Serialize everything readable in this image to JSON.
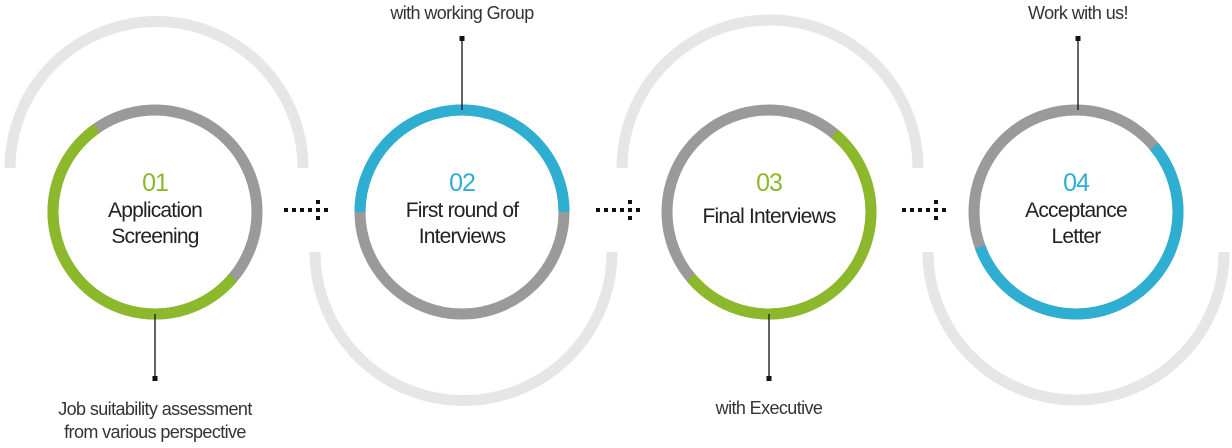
{
  "colors": {
    "green": "#8cb82b",
    "blue": "#2eaed1",
    "gray": "#9a9a9a",
    "light_gray": "#e6e6e6",
    "dark": "#111111"
  },
  "steps": [
    {
      "num": "01",
      "title": "Application\nScreening",
      "accent": "green"
    },
    {
      "num": "02",
      "title": "First round of\nInterviews",
      "accent": "blue"
    },
    {
      "num": "03",
      "title": "Final Interviews",
      "accent": "green"
    },
    {
      "num": "04",
      "title": "Acceptance\nLetter",
      "accent": "blue"
    }
  ],
  "notes": {
    "step1": "Job suitability assessment\nfrom various perspective",
    "step2": "with working Group",
    "step3": "with Executive",
    "step4": "Work with us!"
  }
}
